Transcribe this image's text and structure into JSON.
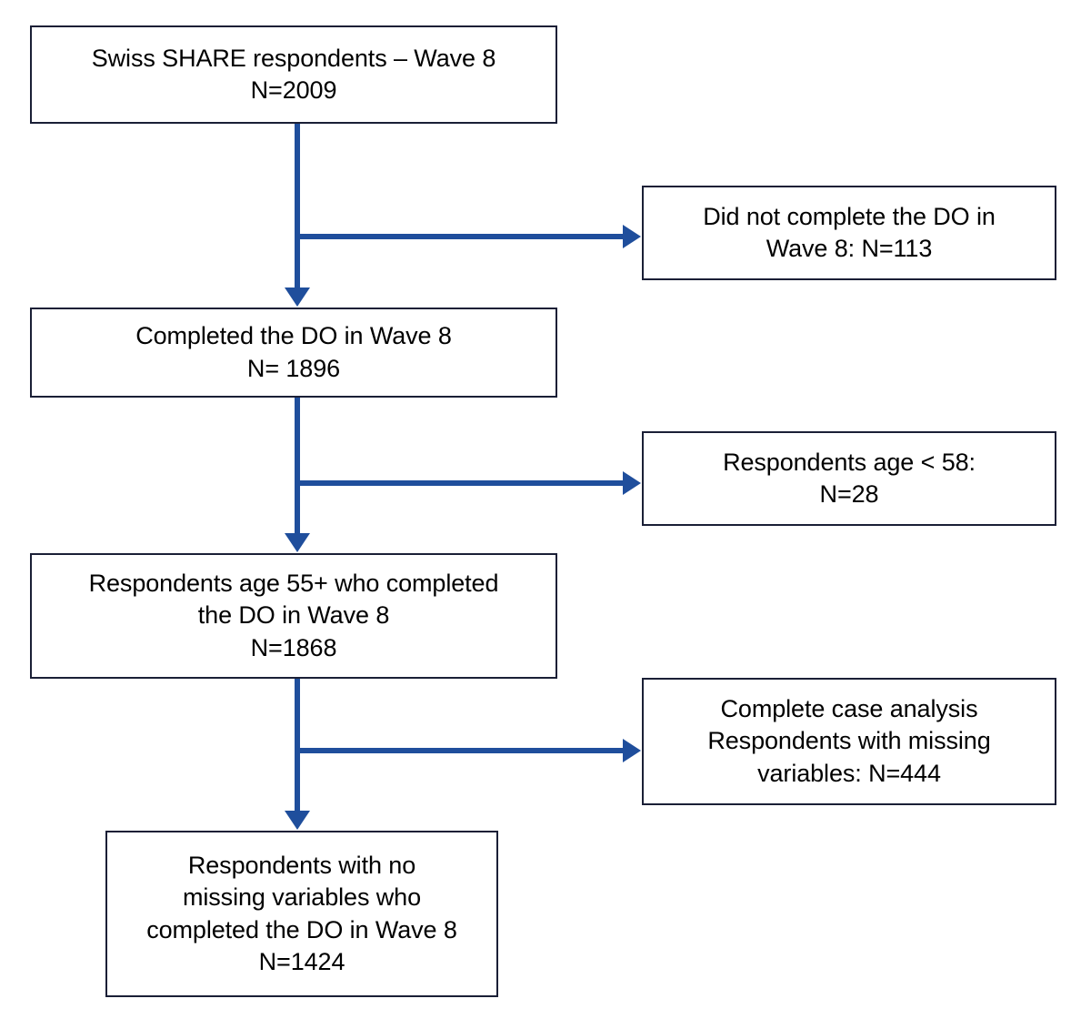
{
  "diagram": {
    "type": "flowchart",
    "title": "Swiss SHARE Wave 8 participant flow",
    "accent_color": "#1F4E9C",
    "box_border_color": "#1A1F36",
    "background_color": "#FFFFFF",
    "nodes": [
      {
        "id": "node-total-respondents",
        "column": "main",
        "text": "Swiss SHARE respondents – Wave 8\nN=2009"
      },
      {
        "id": "node-excluded-not-completed",
        "column": "side",
        "text": "Did not complete the DO in\nWave 8: N=113"
      },
      {
        "id": "node-completed-do",
        "column": "main",
        "text": "Completed the DO in Wave 8\nN= 1896"
      },
      {
        "id": "node-excluded-age",
        "column": "side",
        "text": "Respondents age < 58:\nN=28"
      },
      {
        "id": "node-age-55-plus",
        "column": "main",
        "text": "Respondents age 55+ who completed\nthe DO in Wave 8\nN=1868"
      },
      {
        "id": "node-excluded-missing",
        "column": "side",
        "text": "Complete case analysis\nRespondents with missing\nvariables: N=444"
      },
      {
        "id": "node-final-sample",
        "column": "main",
        "text": "Respondents with no\nmissing variables who\ncompleted the DO in Wave 8\nN=1424"
      }
    ],
    "edges": [
      {
        "id": "edge-1-down",
        "from": "node-total-respondents",
        "to": "node-completed-do",
        "direction": "down"
      },
      {
        "id": "edge-1-right",
        "from": "node-total-respondents",
        "to": "node-excluded-not-completed",
        "direction": "right"
      },
      {
        "id": "edge-2-down",
        "from": "node-completed-do",
        "to": "node-age-55-plus",
        "direction": "down"
      },
      {
        "id": "edge-2-right",
        "from": "node-completed-do",
        "to": "node-excluded-age",
        "direction": "right"
      },
      {
        "id": "edge-3-down",
        "from": "node-age-55-plus",
        "to": "node-final-sample",
        "direction": "down"
      },
      {
        "id": "edge-3-right",
        "from": "node-age-55-plus",
        "to": "node-excluded-missing",
        "direction": "right"
      }
    ]
  }
}
